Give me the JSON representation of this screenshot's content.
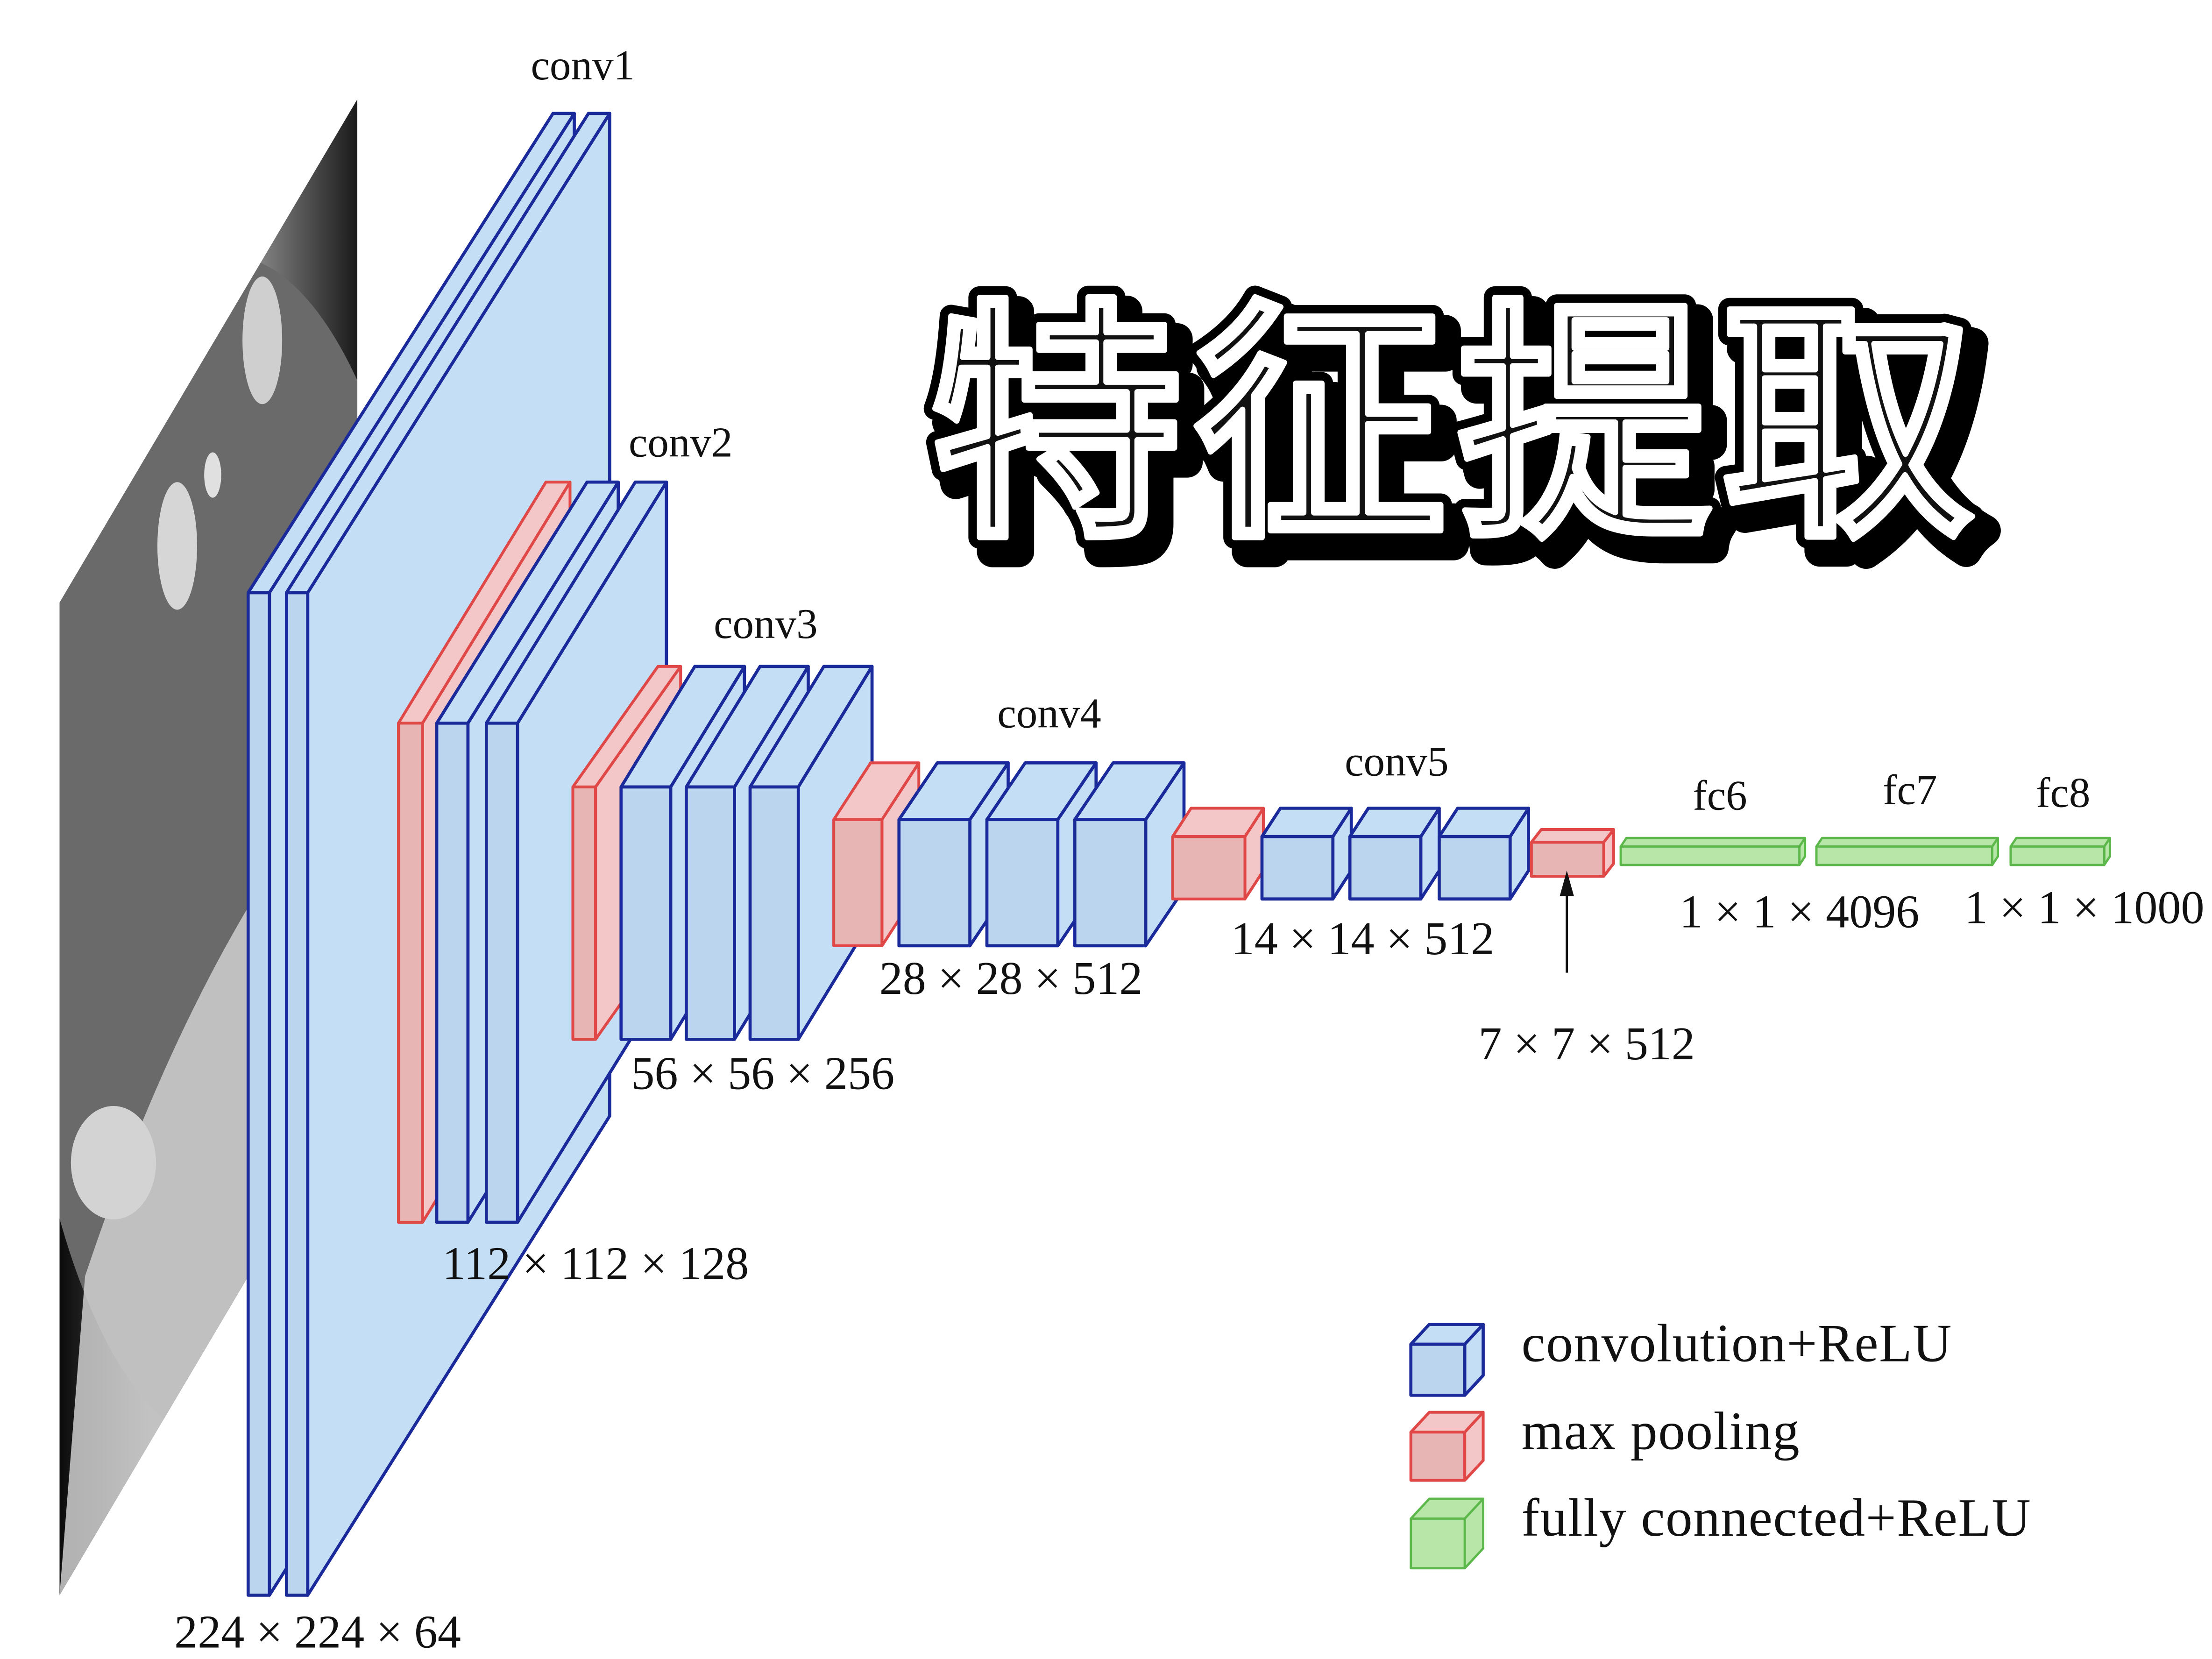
{
  "title": "特征提取",
  "colors": {
    "conv_fill": "#c4def5",
    "conv_face": "#bcd5ee",
    "conv_stroke": "#1a2a9a",
    "pool_fill": "#f3c7c7",
    "pool_face": "#e8b5b5",
    "pool_stroke": "#e04848",
    "fc_fill": "#b7e6a8",
    "fc_stroke": "#5cb84a",
    "text": "#111111"
  },
  "input_image": {
    "icon": "grayscale-input-image"
  },
  "layers": {
    "conv1": {
      "label": "conv1",
      "dims": "224 × 224 × 64"
    },
    "conv2": {
      "label": "conv2",
      "dims": "112 × 112 × 128"
    },
    "conv3": {
      "label": "conv3",
      "dims": "56 × 56 × 256"
    },
    "conv4": {
      "label": "conv4",
      "dims": "28 × 28 × 512"
    },
    "conv5": {
      "label": "conv5",
      "dims": "14 × 14 × 512"
    },
    "pool5": {
      "dims": "7 × 7 × 512"
    },
    "fc6": {
      "label": "fc6"
    },
    "fc7": {
      "label": "fc7",
      "dims": "1 × 1 × 4096"
    },
    "fc8": {
      "label": "fc8",
      "dims": "1 × 1 × 1000"
    }
  },
  "legend": [
    {
      "label": "convolution+ReLU",
      "type": "conv"
    },
    {
      "label": "max pooling",
      "type": "pool"
    },
    {
      "label": "fully connected+ReLU",
      "type": "fc"
    }
  ]
}
